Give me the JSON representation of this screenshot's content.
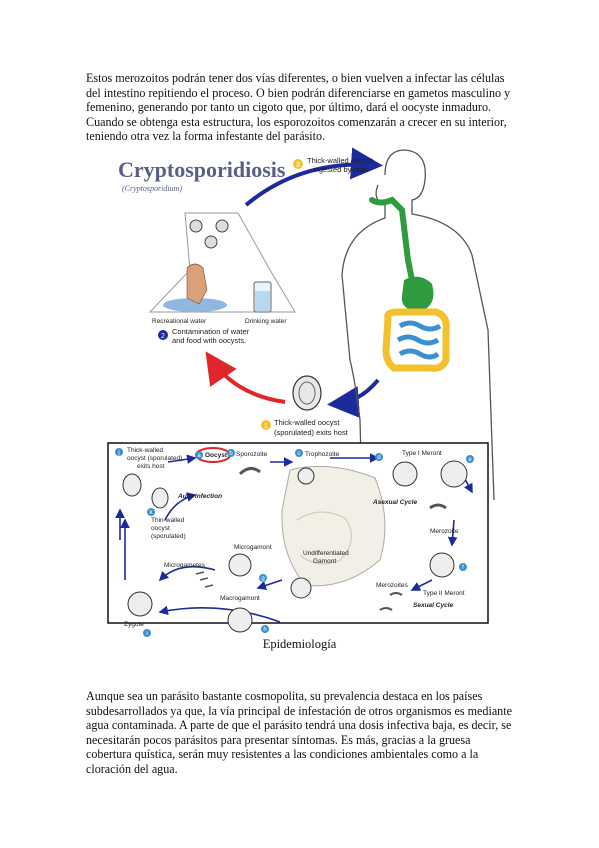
{
  "intro_paragraph": "Estos merozoitos podrán tener dos vías diferentes, o bien vuelven a infectar las células del intestino repitiendo el proceso. O bien podrán diferenciarse en gametos masculino y femenino, generando por tanto un cigoto que, por último, dará el oocyste inmaduro. Cuando se obtenga esta estructura, los esporozoitos comenzarán a crecer en su interior, teniendo otra vez la forma infestante del parásito.",
  "figure_top": {
    "title": "Cryptosporidiosis",
    "subtitle": "(Cryptosporidium)",
    "step3_num": "3",
    "step3_label_1": "Thick-walled oocyst",
    "step3_label_2": "ingested by host",
    "recreational_label": "Recreational water",
    "drinking_label": "Drinking water",
    "step2_num": "2",
    "step2_label_1": "Contamination of water",
    "step2_label_2": "and food with oocysts.",
    "step1_num": "1",
    "step1_label_1": "Thick-walled oocyst",
    "step1_label_2": "(sporulated) exits host"
  },
  "figure_bottom": {
    "label_j_1": "Thick-walled",
    "label_j_2": "oocyst (sporulated)",
    "label_j_3": "exits host",
    "oocyst": "Oocyst",
    "sporozoite": "Sporozoite",
    "trophozoite": "Trophozoite",
    "type1": "Type I Meront",
    "autoinfection": "Auto-infection",
    "thin_1": "Thin-walled",
    "thin_2": "oocyst",
    "thin_3": "(sporulated)",
    "asexual": "Asexual Cycle",
    "merozoite": "Merozoite",
    "microgamont": "Microgamont",
    "microgametes": "Microgametes",
    "undiff_1": "Undifferentiated",
    "undiff_2": "Gamont",
    "macrogamont": "Macrogamont",
    "merozoites": "Merozoites",
    "type2": "Type II Meront",
    "sexual": "Sexual Cycle",
    "zygote": "Zygote",
    "letter_a": "a",
    "letter_b": "b",
    "letter_c": "c",
    "letter_d": "d",
    "letter_e": "e",
    "letter_f": "f",
    "letter_g": "g",
    "letter_h": "h",
    "letter_i": "i",
    "letter_j": "j",
    "letter_k": "k"
  },
  "section_caption": "Epidemiología",
  "body_paragraph": "Aunque sea un parásito bastante cosmopolita, su prevalencia destaca en los países subdesarrollados ya que, la vía principal de infestación de otros organismos es mediante agua contaminada. A parte de que el parásito tendrá una dosis infectiva baja, es decir, se necesitarán pocos parásitos para presentar síntomas. Es más, gracias a la gruesa cobertura quística, serán muy resistentes a las condiciones ambientales como a la cloración del agua.",
  "colors": {
    "accent_blue": "#1c2a9c",
    "accent_red": "#e0262b",
    "gut_green": "#2e9b3e",
    "colon_yellow": "#f2c12e",
    "small_int_blue": "#3a8fd0"
  }
}
